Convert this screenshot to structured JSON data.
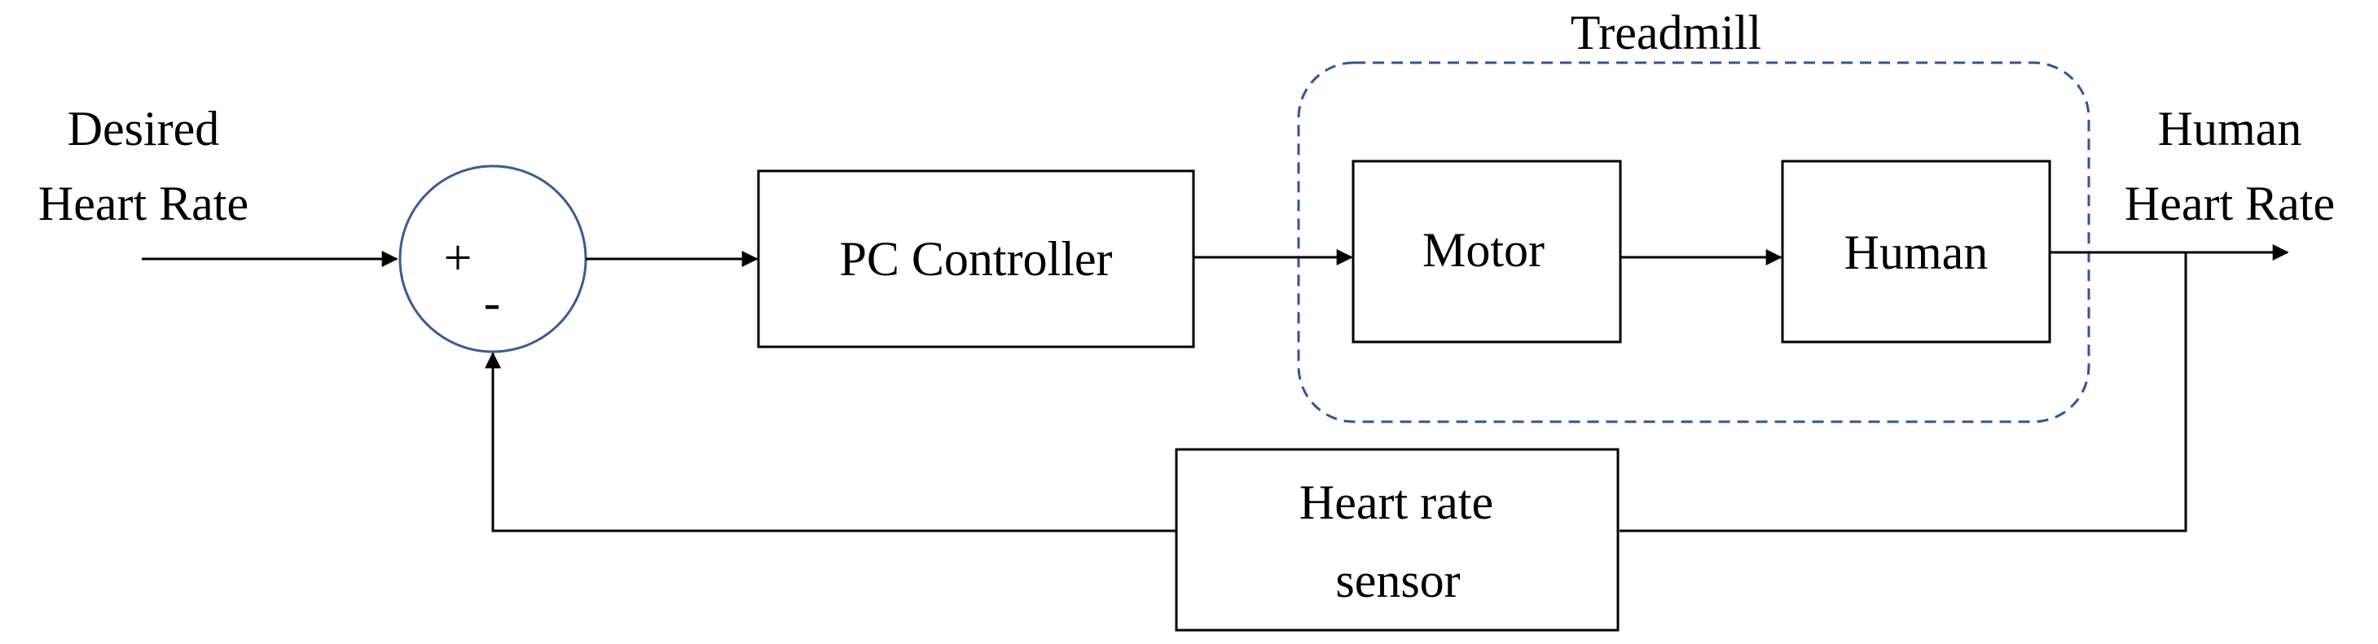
{
  "labels": {
    "input_line1": "Desired",
    "input_line2": "Heart Rate",
    "output_line1": "Human",
    "output_line2": "Heart Rate",
    "group_title": "Treadmill"
  },
  "summing_junction": {
    "plus_sign": "+",
    "minus_sign": "-"
  },
  "blocks": {
    "controller": "PC Controller",
    "motor": "Motor",
    "human": "Human",
    "sensor_line1": "Heart rate",
    "sensor_line2": "sensor"
  },
  "colors": {
    "summing_circle": "#3a5a97",
    "treadmill_border": "#2e5597",
    "lines": "#000000"
  }
}
